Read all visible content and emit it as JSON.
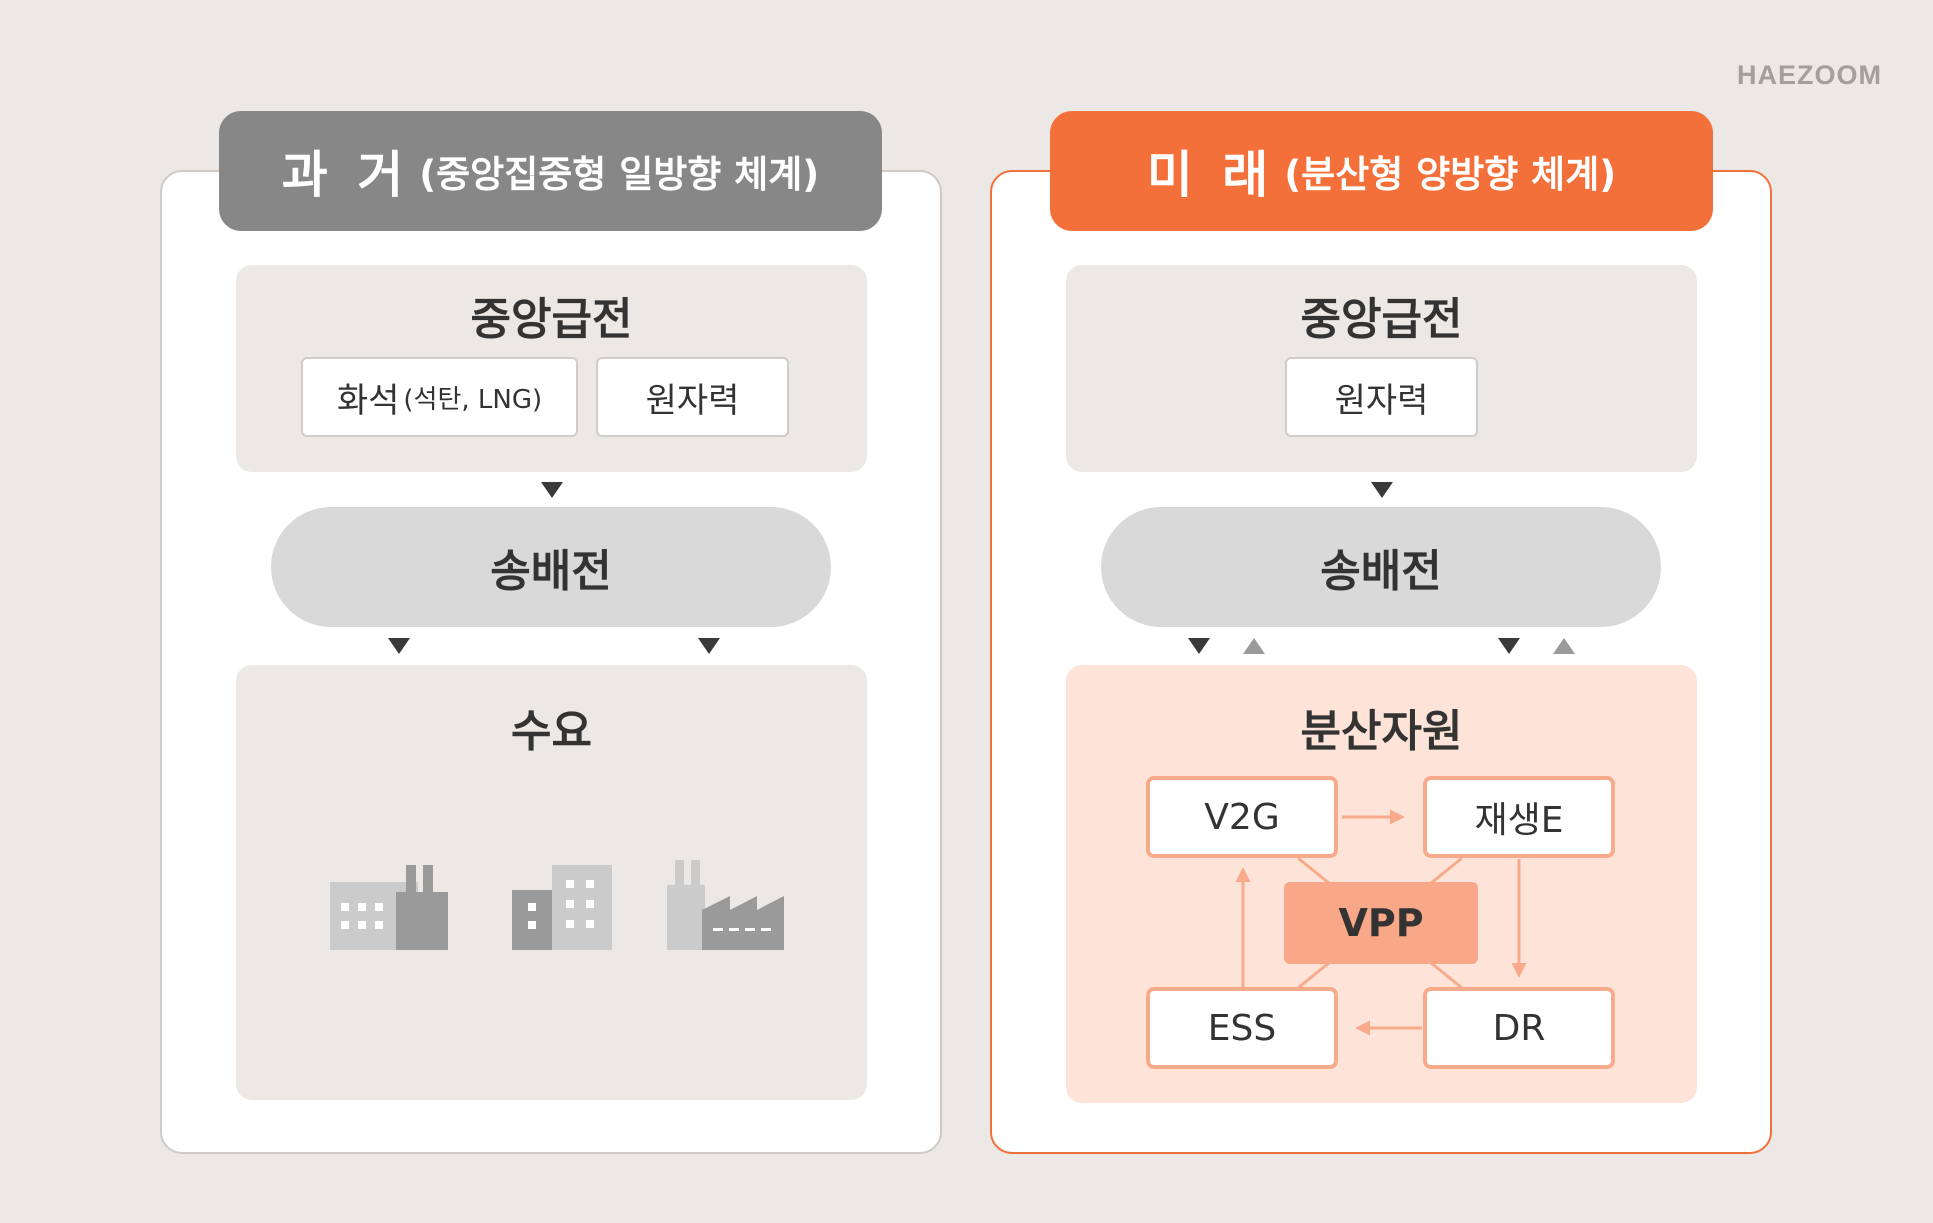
{
  "brand": "HAEZOOM",
  "past": {
    "title_main": "과 거",
    "title_sub": "(중앙집중형 일방향 체계)",
    "generation": {
      "title": "중앙급전",
      "chips": [
        {
          "label": "화석",
          "sub": "(석탄, LNG)"
        },
        {
          "label": "원자력"
        }
      ]
    },
    "transmission": "송배전",
    "demand": {
      "title": "수요",
      "icons": [
        "factory-icon",
        "buildings-icon",
        "industrial-plant-icon"
      ]
    }
  },
  "future": {
    "title_main": "미 래",
    "title_sub": "(분산형 양방향 체계)",
    "generation": {
      "title": "중앙급전",
      "chips": [
        {
          "label": "원자력"
        }
      ]
    },
    "transmission": "송배전",
    "distributed": {
      "title": "분산자원",
      "nodes": {
        "v2g": "V2G",
        "renewable": "재생E",
        "ess": "ESS",
        "dr": "DR"
      },
      "center": "VPP"
    }
  },
  "colors": {
    "background": "#ebe8e5",
    "accent": "#f4703a",
    "past_tab": "#878787",
    "peach": "#fde3d8",
    "node_border": "#f7ab8b",
    "vpp": "#f8a888"
  }
}
